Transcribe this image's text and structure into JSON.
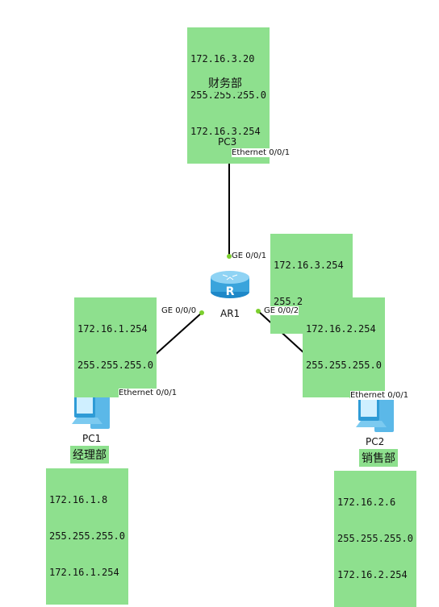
{
  "devices": {
    "ar1": {
      "label": "AR1"
    },
    "pc1": {
      "label": "PC1",
      "dept": "经理部",
      "ip": [
        "172.16.1.8",
        "255.255.255.0",
        "172.16.1.254"
      ]
    },
    "pc2": {
      "label": "PC2",
      "dept": "销售部",
      "ip": [
        "172.16.2.6",
        "255.255.255.0",
        "172.16.2.254"
      ]
    },
    "pc3": {
      "label": "PC3",
      "dept": "财务部",
      "ip": [
        "172.16.3.20",
        "255.255.255.0",
        "172.16.3.254"
      ]
    }
  },
  "router_ifaces": {
    "g001": {
      "name": "GE 0/0/1",
      "ip": [
        "172.16.3.254",
        "255.255.255.0"
      ]
    },
    "g000": {
      "name": "GE 0/0/0",
      "ip": [
        "172.16.1.254",
        "255.255.255.0"
      ]
    },
    "g002": {
      "name": "GE 0/0/2",
      "ip": [
        "172.16.2.254",
        "255.255.255.0"
      ]
    }
  },
  "pc_ifaces": {
    "pc3": "Ethernet 0/0/1",
    "pc1": "Ethernet 0/0/1",
    "pc2": "Ethernet 0/0/1"
  },
  "colors": {
    "label_bg": "#8ee08e",
    "port_dot": "#7ccf2e",
    "link": "#000000"
  }
}
